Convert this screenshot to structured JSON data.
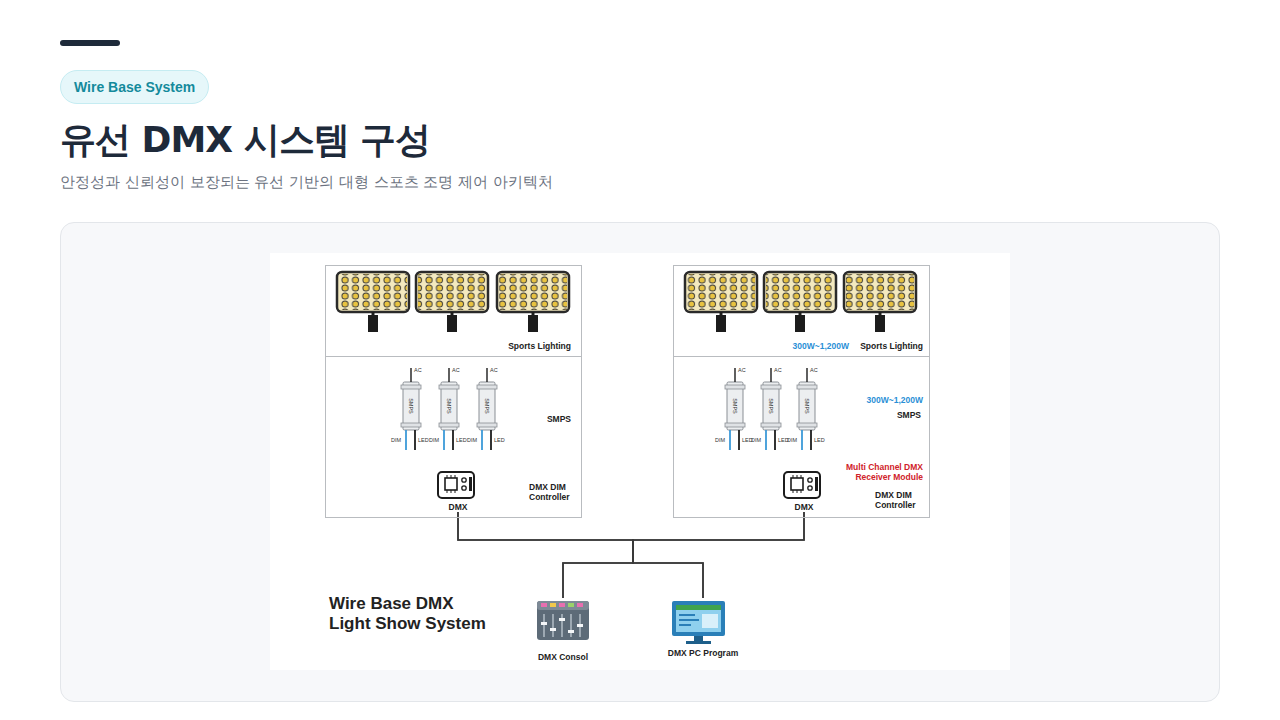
{
  "diagram": {
    "title": "유선 DMX 시스템 구성",
    "caption": "안정성과 신뢰성이 보장되는 유선 기반의 대형 스포츠 조명 제어 아키텍처",
    "nodes": [
      {
        "text": [
          "Sports Lighting"
        ]
      },
      {
        "text": [
          "SMPS",
          "DMX DIM Controller"
        ]
      },
      {
        "text": [
          "DMX"
        ],
        "in": 1
      },
      {
        "text": [
          "300W~1,200W",
          "Sports Lighting"
        ]
      },
      {
        "text": [
          "300W~1,200W",
          "SMPS",
          "Multi Channel DMX Receiver Module",
          "DMX DIM Controller"
        ]
      },
      {
        "text": [
          "DMX"
        ],
        "in": 4
      },
      {
        "text": [
          "DMX Consol"
        ]
      },
      {
        "text": [
          "DMX PC Program"
        ]
      }
    ],
    "edges": [
      {
        "from": 2,
        "to": 6,
        "arrow": "none"
      },
      {
        "from": 2,
        "to": 7,
        "arrow": "none"
      },
      {
        "from": 5,
        "to": 6,
        "arrow": "none"
      },
      {
        "from": 5,
        "to": 7,
        "arrow": "none"
      }
    ],
    "labels": [
      "Wire Base System",
      "Wire Base DMX Light Show System",
      "AC",
      "SMPS",
      "DIM",
      "LED",
      "AC",
      "SMPS",
      "DIM",
      "LED",
      "AC",
      "SMPS",
      "DIM",
      "LED",
      "AC",
      "SMPS",
      "DIM",
      "LED",
      "AC",
      "SMPS",
      "DIM",
      "LED",
      "AC",
      "SMPS",
      "DIM",
      "LED"
    ]
  }
}
